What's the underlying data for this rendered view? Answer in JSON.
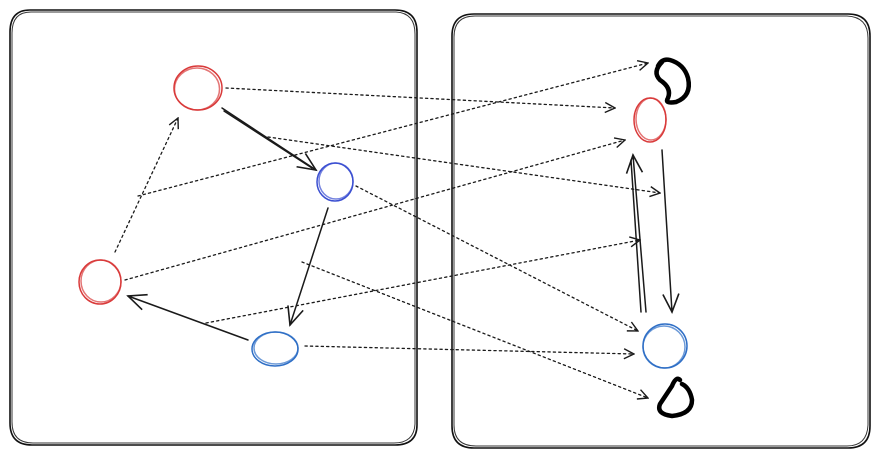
{
  "diagram": {
    "colors": {
      "red_node": "#d93a3a",
      "blue_node_a": "#3b4fd1",
      "blue_node_b": "#2f6fc6",
      "ink": "#111111"
    },
    "panels": [
      "left-graph",
      "right-graph"
    ],
    "left_graph": {
      "nodes": [
        "red-top",
        "blue-mid",
        "red-left",
        "blue-bottom"
      ],
      "solid_edges": [
        {
          "from": "red-top",
          "to": "blue-mid"
        },
        {
          "from": "blue-mid",
          "to": "blue-bottom"
        },
        {
          "from": "blue-bottom",
          "to": "red-left"
        }
      ],
      "dotted_edges": [
        {
          "from": "red-left",
          "to": "red-top"
        }
      ]
    },
    "right_graph": {
      "nodes": [
        "red-top",
        "blue-bottom"
      ],
      "solid_edges": [
        {
          "from": "red-top",
          "to": "blue-bottom"
        },
        {
          "from": "blue-bottom",
          "to": "red-top"
        }
      ],
      "self_loops": [
        "red-top",
        "blue-bottom"
      ]
    },
    "mapping_edges_style": "dotted"
  }
}
